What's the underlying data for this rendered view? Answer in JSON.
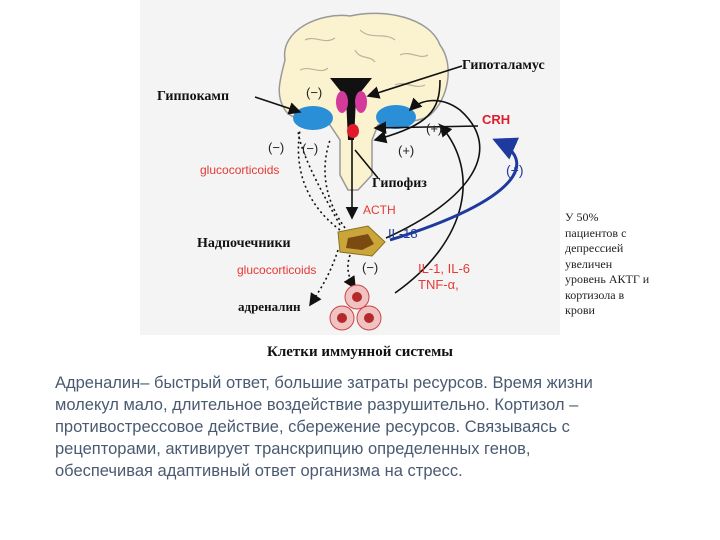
{
  "diagram": {
    "labels": {
      "hypothalamus": "Гипоталамус",
      "hippocampus": "Гиппокамп",
      "crh": "CRH",
      "pituitary": "Гипофиз",
      "acth": "ACTH",
      "adrenals": "Надпочечники",
      "il18": "IL-18",
      "glucocorticoids_top": "glucocorticoids",
      "glucocorticoids_bottom": "glucocorticoids",
      "cytokines_line1": "IL-1, IL-6",
      "cytokines_line2": "TNF-α,",
      "adrenaline": "адреналин",
      "minus_hippo": "(−)",
      "minus_left": "(−)",
      "minus_mid": "(−)",
      "plus_crh": "(+)",
      "plus_pit": "(+)",
      "plus_il18": "(+)",
      "minus_adrenal": "(−)"
    },
    "colors": {
      "brain": "#fbf3cf",
      "hippocampus": "#2a8fd6",
      "hypothalamus_nuclei": "#d43a9a",
      "pituitary": "#e01b2b",
      "adrenal": "#c9a53a",
      "immune_cells": "#f0c2c2",
      "crh_label": "#e01b2b",
      "red_label": "#e53935",
      "blue_arrow": "#1f3a9e"
    }
  },
  "note": {
    "lines": [
      "У 50%",
      "пациентов с",
      "депрессией",
      "увеличен",
      "уровень АКТГ и",
      "кортизола в",
      "крови"
    ]
  },
  "caption": "Клетки иммунной системы",
  "body": {
    "lines": [
      "Адреналин– быстрый ответ, большие затраты ресурсов. Время жизни",
      "молекул мало, длительное воздействие разрушительно. Кортизол –",
      "противострессовое действие, сбережение ресурсов. Связываясь с",
      "рецепторами, активирует транскрипцию определенных генов,",
      "обеспечивая адаптивный ответ организма на стресс."
    ]
  }
}
